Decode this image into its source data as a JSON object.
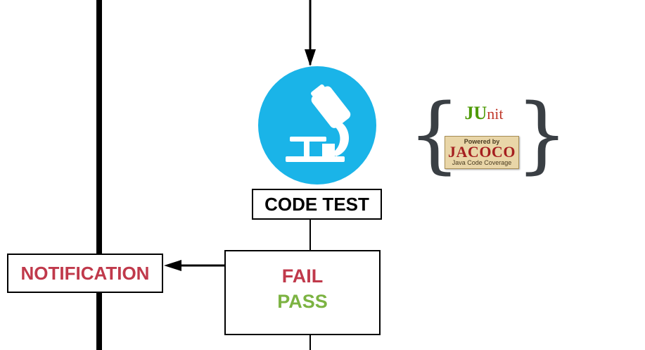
{
  "nodes": {
    "code_test": "CODE TEST",
    "notification": "NOTIFICATION",
    "result_fail": "FAIL",
    "result_pass": "PASS"
  },
  "tools": {
    "junit": {
      "j": "J",
      "u": "U",
      "rest": "nit"
    },
    "jacoco": {
      "powered_by": "Powered by",
      "name": "JACOCO",
      "tagline": "Java Code Coverage"
    }
  },
  "icons": {
    "test_stage": "microscope-icon",
    "fail_marker": "note-pencil-icon"
  },
  "colors": {
    "stage_circle": "#1ab4e8",
    "fail": "#c0394b",
    "pass": "#7cb342",
    "notification": "#c0394b",
    "line": "#000000",
    "brace": "#3a3f44"
  }
}
